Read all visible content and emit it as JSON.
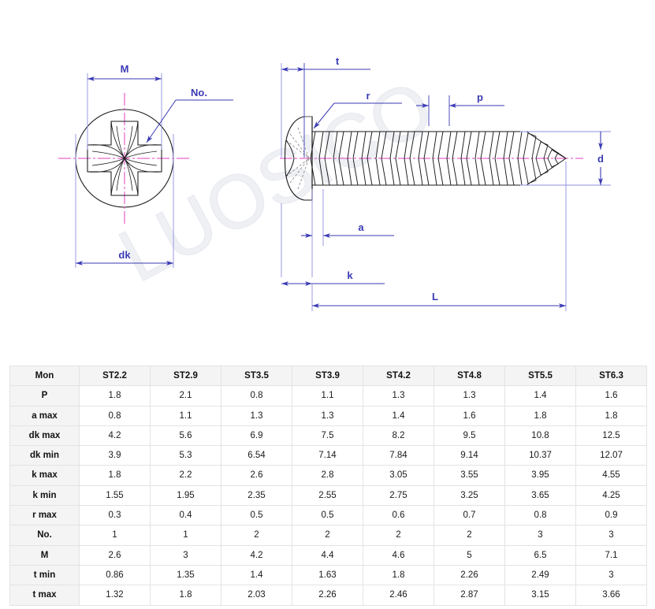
{
  "watermark": {
    "text": "LUOSICO"
  },
  "drawing": {
    "title_labels": {
      "M": "M",
      "No": "No.",
      "dk": "dk",
      "t": "t",
      "r": "r",
      "p": "p",
      "d": "d",
      "a": "a",
      "k": "k",
      "L": "L"
    },
    "views": {
      "top_view_name": "head-top-view",
      "side_view_name": "screw-side-view"
    },
    "colors": {
      "dimension": "#3a3ab4",
      "centerline": "#e040c0",
      "outline": "#1a1a1a",
      "hidden": "#777777",
      "watermark": "#eceef2"
    }
  },
  "table": {
    "columns": [
      "Mon",
      "ST2.2",
      "ST2.9",
      "ST3.5",
      "ST3.9",
      "ST4.2",
      "ST4.8",
      "ST5.5",
      "ST6.3"
    ],
    "rows": [
      {
        "label": "P",
        "values": [
          "1.8",
          "2.1",
          "0.8",
          "1.1",
          "1.3",
          "1.3",
          "1.4",
          "1.6"
        ]
      },
      {
        "label": "a max",
        "values": [
          "0.8",
          "1.1",
          "1.3",
          "1.3",
          "1.4",
          "1.6",
          "1.8",
          "1.8"
        ]
      },
      {
        "label": "dk max",
        "values": [
          "4.2",
          "5.6",
          "6.9",
          "7.5",
          "8.2",
          "9.5",
          "10.8",
          "12.5"
        ]
      },
      {
        "label": "dk min",
        "values": [
          "3.9",
          "5.3",
          "6.54",
          "7.14",
          "7.84",
          "9.14",
          "10.37",
          "12.07"
        ]
      },
      {
        "label": "k max",
        "values": [
          "1.8",
          "2.2",
          "2.6",
          "2.8",
          "3.05",
          "3.55",
          "3.95",
          "4.55"
        ]
      },
      {
        "label": "k min",
        "values": [
          "1.55",
          "1.95",
          "2.35",
          "2.55",
          "2.75",
          "3.25",
          "3.65",
          "4.25"
        ]
      },
      {
        "label": "r max",
        "values": [
          "0.3",
          "0.4",
          "0.5",
          "0.5",
          "0.6",
          "0.7",
          "0.8",
          "0.9"
        ]
      },
      {
        "label": "No.",
        "values": [
          "1",
          "1",
          "2",
          "2",
          "2",
          "2",
          "3",
          "3"
        ]
      },
      {
        "label": "M",
        "values": [
          "2.6",
          "3",
          "4.2",
          "4.4",
          "4.6",
          "5",
          "6.5",
          "7.1"
        ]
      },
      {
        "label": "t min",
        "values": [
          "0.86",
          "1.35",
          "1.4",
          "1.63",
          "1.8",
          "2.26",
          "2.49",
          "3"
        ]
      },
      {
        "label": "t max",
        "values": [
          "1.32",
          "1.8",
          "2.03",
          "2.26",
          "2.46",
          "2.87",
          "3.15",
          "3.66"
        ]
      }
    ]
  }
}
